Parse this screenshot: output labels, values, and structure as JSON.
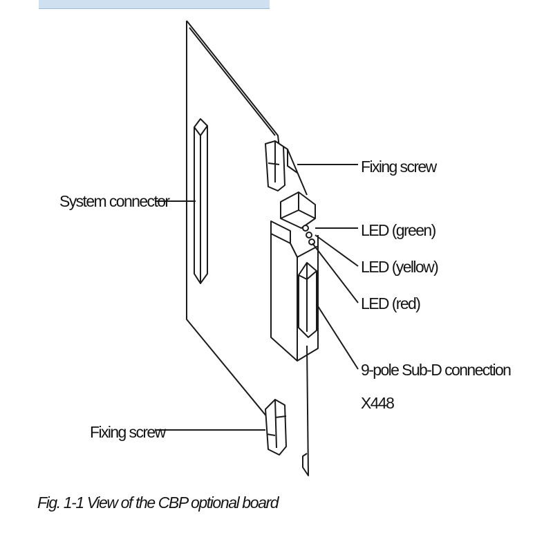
{
  "labels": {
    "system_connector": "System connector",
    "fixing_screw_top": "Fixing screw",
    "led_green": "LED (green)",
    "led_yellow": "LED (yellow)",
    "led_red": "LED (red)",
    "subd_line1": "9-pole Sub-D connection",
    "subd_line2": "X448",
    "fixing_screw_bottom": "Fixing screw"
  },
  "caption": "Fig. 1-1 View of the CBP optional board"
}
